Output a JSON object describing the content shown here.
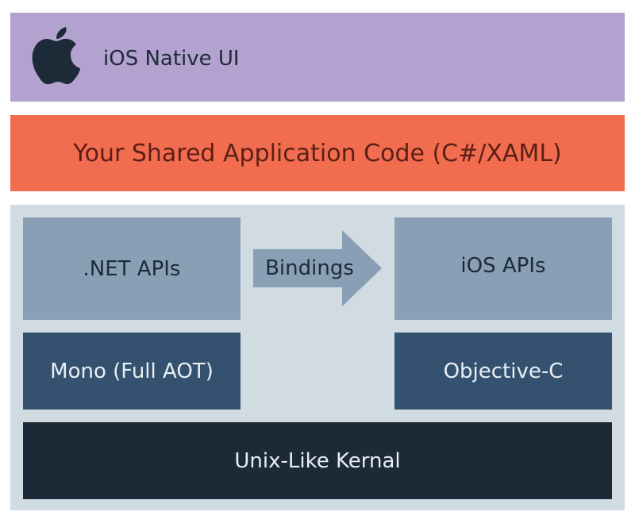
{
  "layers": {
    "native_ui": {
      "label": "iOS Native UI",
      "icon": "apple-logo-icon"
    },
    "shared_code": {
      "label": "Your Shared Application Code (C#/XAML)"
    },
    "platform": {
      "dotnet_apis": "NET APIs",
      "dotnet_apis_display": ".NET APIs",
      "bindings": "Bindings",
      "ios_apis": "iOS APIs",
      "mono": "Mono (Full AOT)",
      "objective_c": "Objective-C",
      "kernel": "Unix-Like Kernal"
    }
  },
  "colors": {
    "native_ui_bg": "#b3a2cf",
    "shared_code_bg": "#f26c4f",
    "platform_bg": "#d1dbe2",
    "api_box": "#889fb5",
    "runtime_box": "#345270",
    "kernel_box": "#1c2a38"
  }
}
